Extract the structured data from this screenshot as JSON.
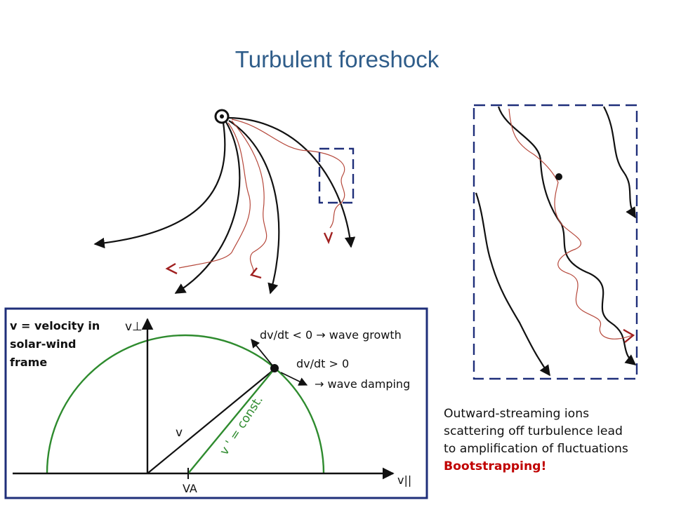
{
  "title": "Turbulent foreshock",
  "caption": {
    "lines": [
      "Outward-streaming ions",
      "scattering off turbulence lead",
      "to amplification of fluctuations"
    ],
    "emphasis": "Bootstrapping!"
  },
  "velocity_panel": {
    "legend_lines": [
      "v = velocity in",
      "solar-wind",
      "frame"
    ],
    "axis_perp_label": "v⊥",
    "axis_par_label": "v||",
    "va_label": "VA",
    "v_label": "v",
    "vprime_label": "v ' = const.",
    "growth_label": "dv/dt < 0  → wave growth",
    "damping_top": "dv/dt > 0",
    "damping_bottom": "→ wave damping"
  },
  "colors": {
    "title": "#2f5d8a",
    "dashed_box": "#1f2f7a",
    "panel_border": "#1f2f7a",
    "circle": "#2e8b2e",
    "ion_path": "#b5473a",
    "emphasis": "#c00000"
  }
}
